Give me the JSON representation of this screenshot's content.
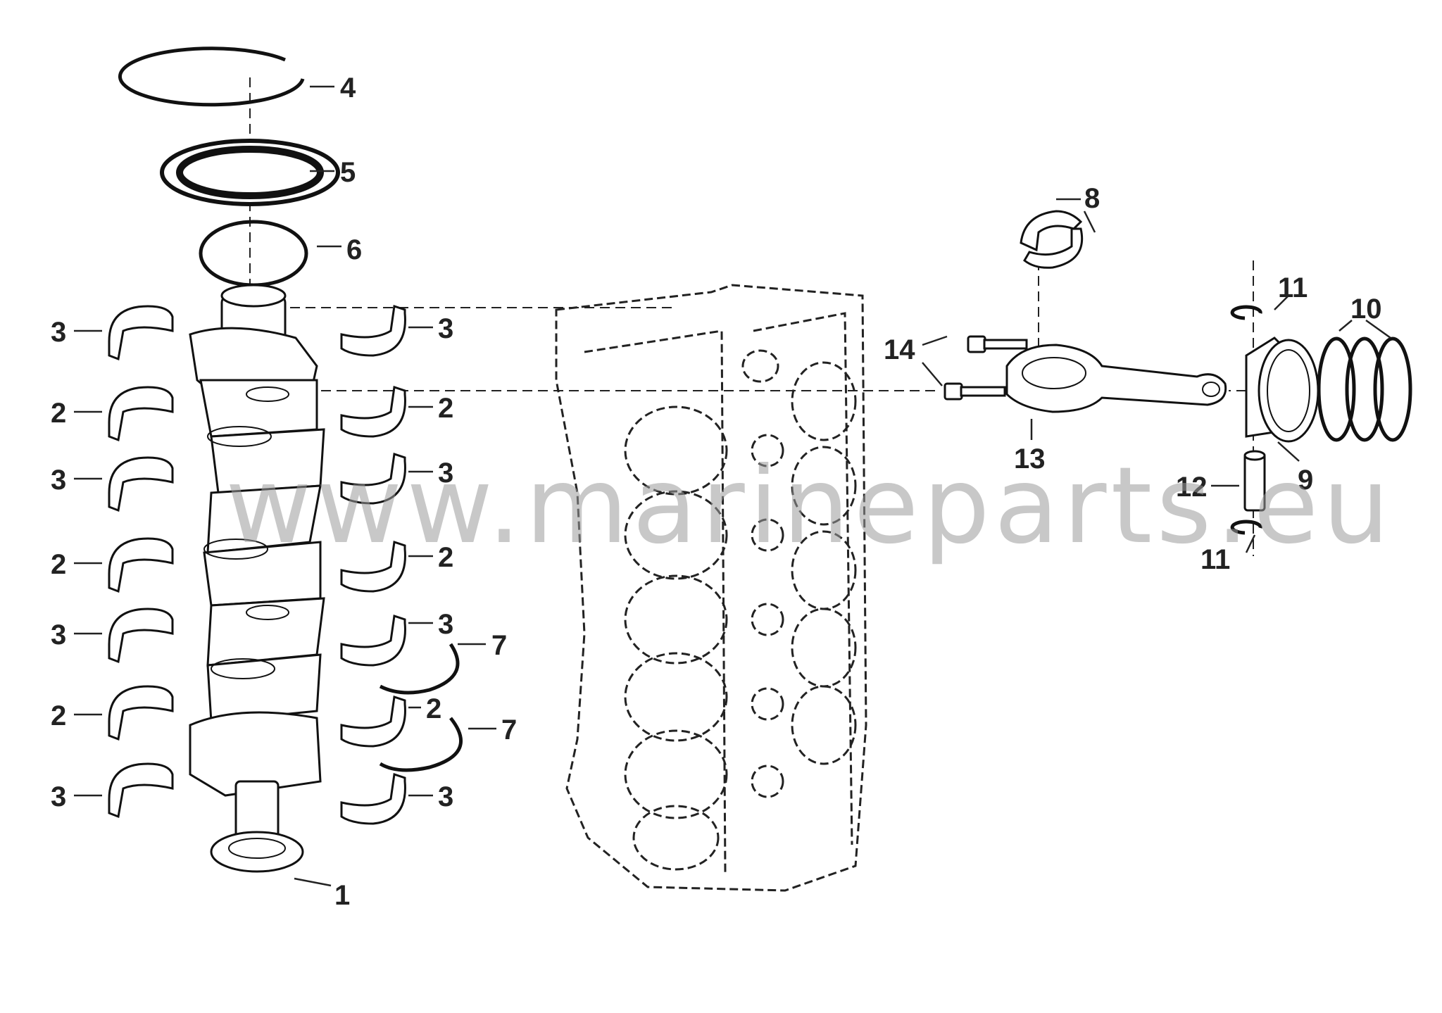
{
  "callouts": {
    "c1": "1",
    "c2": "2",
    "c3": "3",
    "c4": "4",
    "c5": "5",
    "c6": "6",
    "c7": "7",
    "c8": "8",
    "c9": "9",
    "c10": "10",
    "c11": "11",
    "c12": "12",
    "c13": "13",
    "c14": "14"
  },
  "watermark": "www.marineparts.eu"
}
